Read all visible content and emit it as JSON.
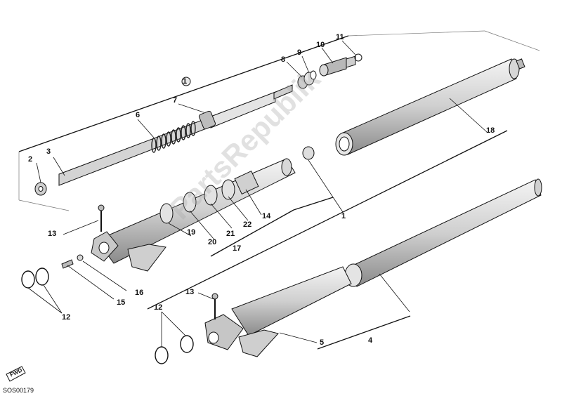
{
  "diagram_title": "",
  "drawing_code": "SOS00179",
  "watermark": "PartsRepublik",
  "direction_badge": "FWD",
  "callouts": {
    "c1_top": "1",
    "c2": "2",
    "c3": "3",
    "c6": "6",
    "c7": "7",
    "c8": "8",
    "c9": "9",
    "c10": "10",
    "c11": "11",
    "c18": "18",
    "c13_upper": "13",
    "c14": "14",
    "c22": "22",
    "c21": "21",
    "c20": "20",
    "c19": "19",
    "c17": "17",
    "c1_mid": "1",
    "c16": "16",
    "c15": "15",
    "c12_left": "12",
    "c13_lower": "13",
    "c12_lower": "12",
    "c5": "5",
    "c4": "4"
  }
}
